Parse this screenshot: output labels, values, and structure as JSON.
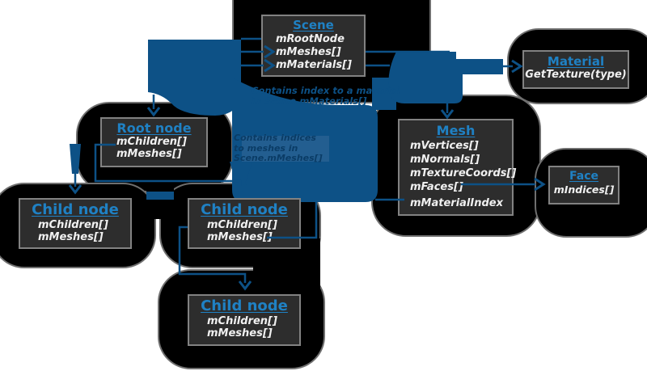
{
  "diagram": {
    "boxes": [
      {
        "id": "scene",
        "title": "Scene",
        "members": [
          "mRootNode",
          "mMeshes[]",
          "mMaterials[]"
        ]
      },
      {
        "id": "material",
        "title": "Material",
        "members": [
          "GetTexture(type)"
        ]
      },
      {
        "id": "mesh",
        "title": "Mesh",
        "members": [
          "mVertices[]",
          "mNormals[]",
          "mTextureCoords[]",
          "mFaces[]",
          "mMaterialIndex"
        ]
      },
      {
        "id": "face",
        "title": "Face",
        "members": [
          "mIndices[]"
        ]
      },
      {
        "id": "root-node",
        "title": "Root node",
        "members": [
          "mChildren[]",
          "mMeshes[]"
        ]
      },
      {
        "id": "child-node-1",
        "title": "Child node",
        "members": [
          "mChildren[]",
          "mMeshes[]"
        ]
      },
      {
        "id": "child-node-2",
        "title": "Child node",
        "members": [
          "mChildren[]",
          "mMeshes[]"
        ]
      },
      {
        "id": "child-node-3",
        "title": "Child node",
        "members": [
          "mChildren[]",
          "mMeshes[]"
        ]
      }
    ],
    "annotations": [
      {
        "lines": [
          "Contains index to a material",
          "in Scene.mMaterials[]"
        ]
      },
      {
        "lines": [
          "Contains indices",
          "to meshes in",
          "Scene.mMeshes[]"
        ]
      }
    ],
    "colors": {
      "arrow_blue": "#0d5186",
      "title_blue": "#1f81c4",
      "box_background": "#2d2d2d",
      "box_border": "#828282",
      "blob_black": "#000000",
      "member_text": "#f0f0f0",
      "annotation_dark": "#0a3c66"
    }
  }
}
